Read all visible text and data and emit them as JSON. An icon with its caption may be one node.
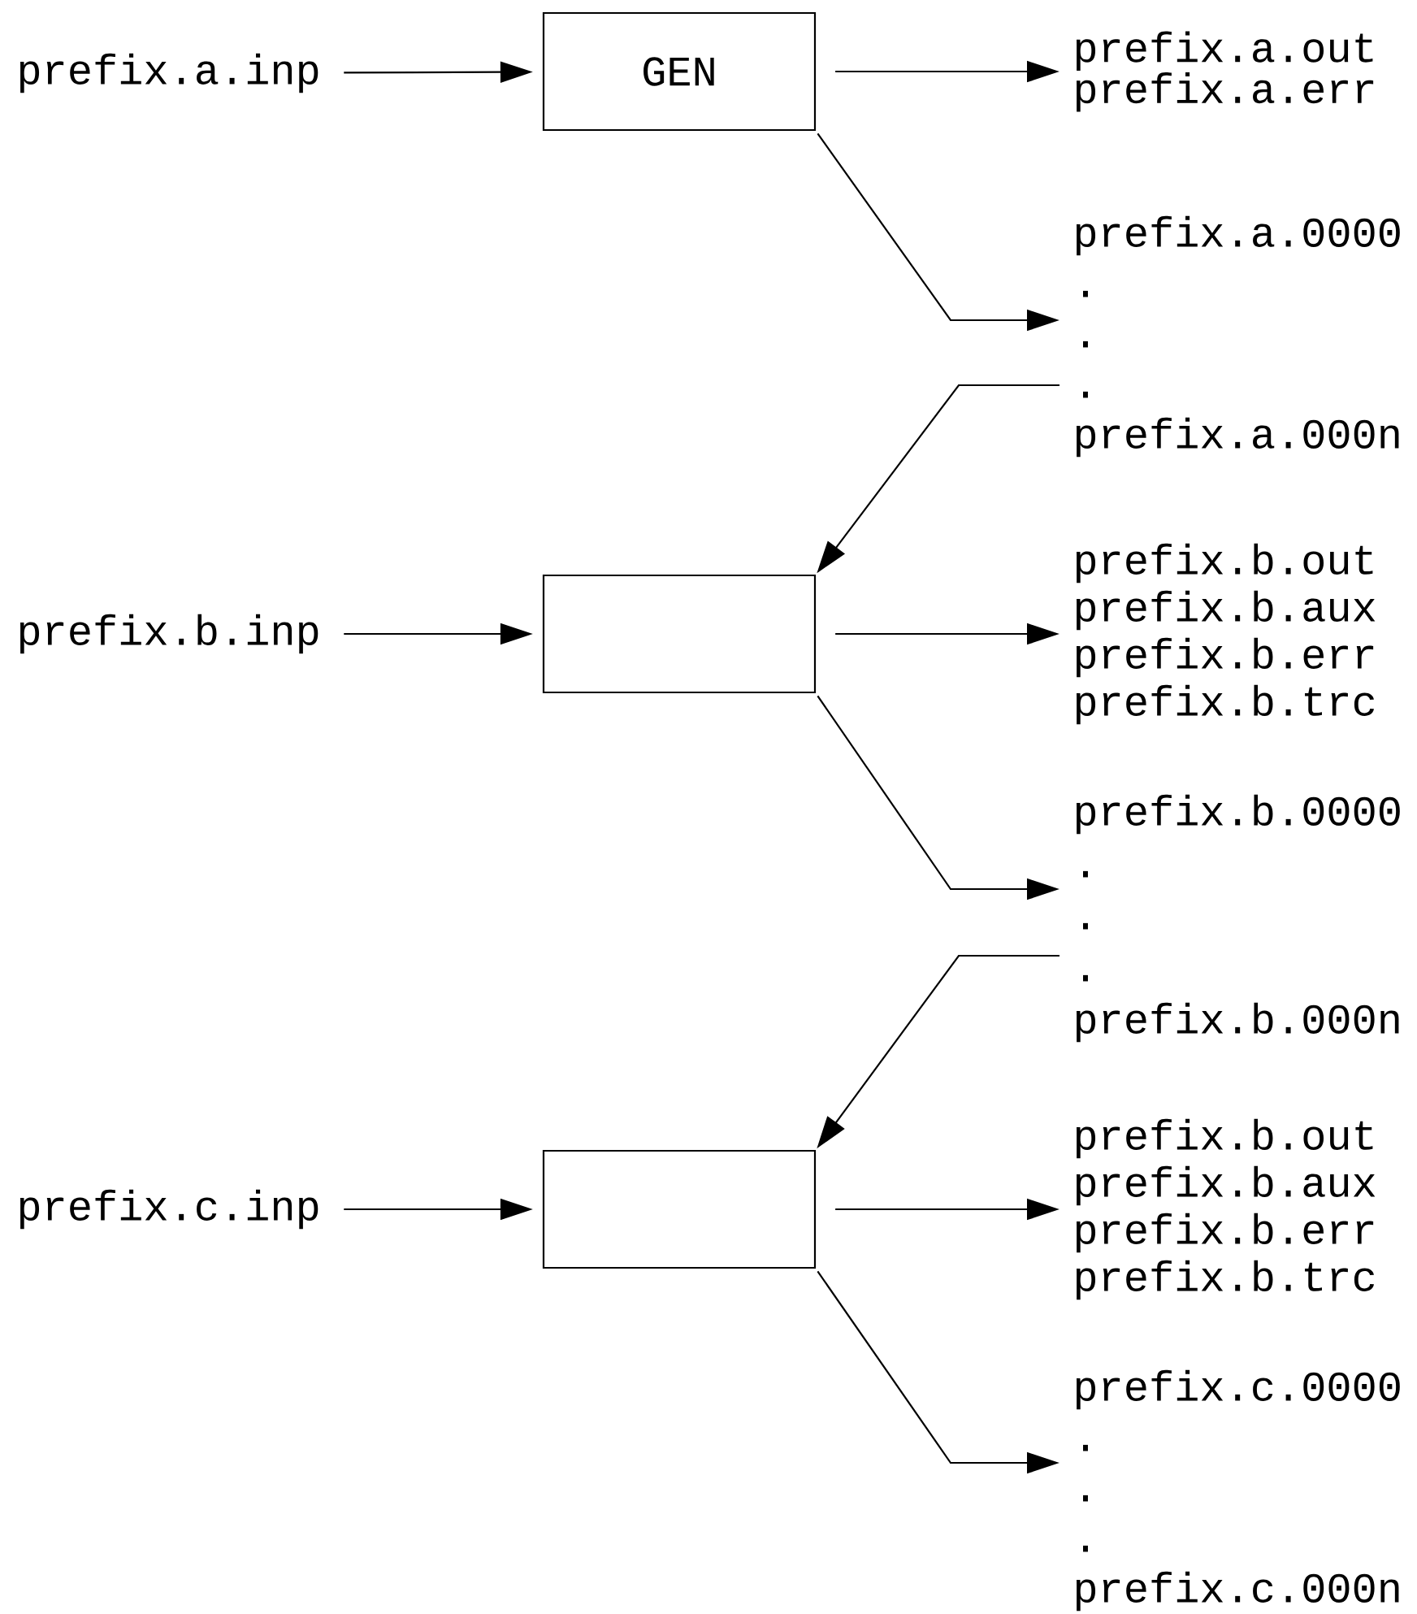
{
  "diagram": {
    "nodes": [
      {
        "text": [
          "prefix.a.inp"
        ]
      },
      {
        "text": [
          "GEN"
        ]
      },
      {
        "text": [
          "prefix.a.out",
          "prefix.a.err"
        ]
      },
      {
        "text": [
          "prefix.a.0000",
          ".",
          ".",
          ".",
          "prefix.a.000n"
        ]
      },
      {
        "text": [
          "prefix.b.inp"
        ]
      },
      {
        "text": [],
        "shape": "box"
      },
      {
        "text": [
          "prefix.b.out",
          "prefix.b.aux",
          "prefix.b.err",
          "prefix.b.trc"
        ]
      },
      {
        "text": [
          "prefix.b.0000",
          ".",
          ".",
          ".",
          "prefix.b.000n"
        ]
      },
      {
        "text": [
          "prefix.c.inp"
        ]
      },
      {
        "text": [],
        "shape": "box"
      },
      {
        "text": [
          "prefix.b.out",
          "prefix.b.aux",
          "prefix.b.err",
          "prefix.b.trc"
        ]
      },
      {
        "text": [
          "prefix.c.0000",
          ".",
          ".",
          ".",
          "prefix.c.000n"
        ]
      }
    ],
    "edges": [
      {
        "from": 0,
        "to": 1,
        "arrow": "to"
      },
      {
        "from": 1,
        "to": 2,
        "arrow": "to"
      },
      {
        "from": 1,
        "to": 3,
        "arrow": "to"
      },
      {
        "from": 3,
        "to": 5,
        "arrow": "to"
      },
      {
        "from": 4,
        "to": 5,
        "arrow": "to"
      },
      {
        "from": 5,
        "to": 6,
        "arrow": "to"
      },
      {
        "from": 5,
        "to": 7,
        "arrow": "to"
      },
      {
        "from": 7,
        "to": 9,
        "arrow": "to"
      },
      {
        "from": 8,
        "to": 9,
        "arrow": "to"
      },
      {
        "from": 9,
        "to": 10,
        "arrow": "to"
      },
      {
        "from": 9,
        "to": 11,
        "arrow": "to"
      }
    ]
  }
}
